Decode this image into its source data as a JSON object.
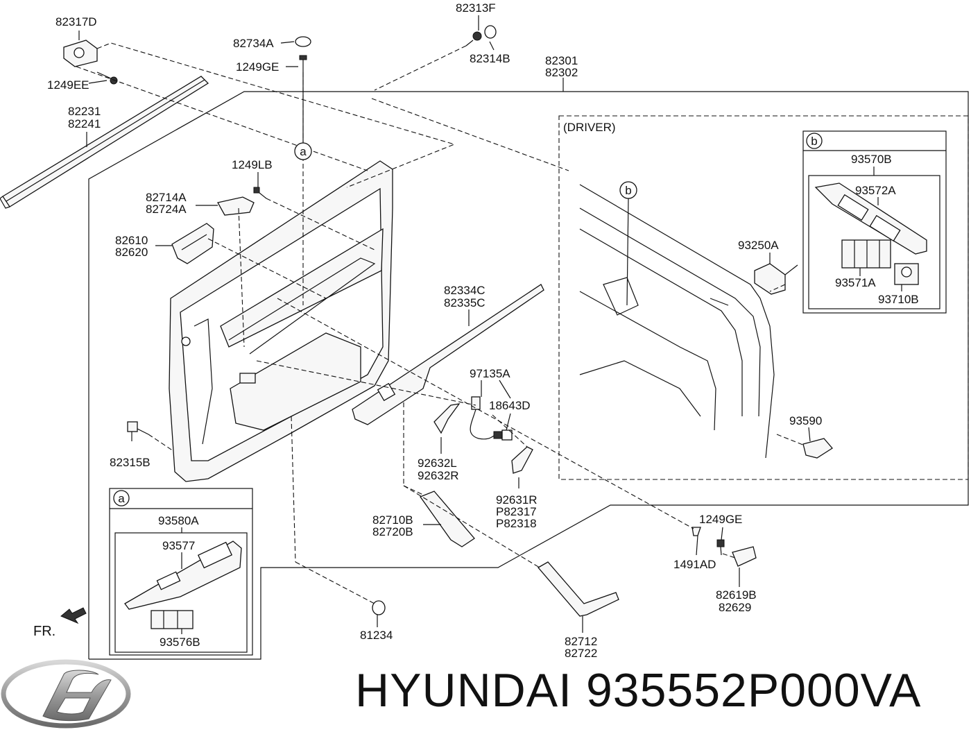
{
  "brand": {
    "name": "HYUNDAI",
    "part_number": "935552P000VA",
    "logo_icon": "hyundai-logo-icon"
  },
  "diagram": {
    "part_labels": [
      {
        "id": "82317D",
        "text": "82317D"
      },
      {
        "id": "1249EE",
        "text": "1249EE"
      },
      {
        "id": "82231",
        "text": "82231"
      },
      {
        "id": "82241",
        "text": "82241"
      },
      {
        "id": "82734A",
        "text": "82734A"
      },
      {
        "id": "1249GE_top",
        "text": "1249GE"
      },
      {
        "id": "82313F",
        "text": "82313F"
      },
      {
        "id": "82314B",
        "text": "82314B"
      },
      {
        "id": "82301",
        "text": "82301"
      },
      {
        "id": "82302",
        "text": "82302"
      },
      {
        "id": "1249LB",
        "text": "1249LB"
      },
      {
        "id": "82714A",
        "text": "82714A"
      },
      {
        "id": "82724A",
        "text": "82724A"
      },
      {
        "id": "82610",
        "text": "82610"
      },
      {
        "id": "82620",
        "text": "82620"
      },
      {
        "id": "82334C",
        "text": "82334C"
      },
      {
        "id": "82335C",
        "text": "82335C"
      },
      {
        "id": "97135A",
        "text": "97135A"
      },
      {
        "id": "18643D",
        "text": "18643D"
      },
      {
        "id": "82315B",
        "text": "82315B"
      },
      {
        "id": "92632L",
        "text": "92632L"
      },
      {
        "id": "92632R",
        "text": "92632R"
      },
      {
        "id": "92631R",
        "text": "92631R"
      },
      {
        "id": "P82317",
        "text": "P82317"
      },
      {
        "id": "P82318",
        "text": "P82318"
      },
      {
        "id": "82710B",
        "text": "82710B"
      },
      {
        "id": "82720B",
        "text": "82720B"
      },
      {
        "id": "1249GE_bottom",
        "text": "1249GE"
      },
      {
        "id": "1491AD",
        "text": "1491AD"
      },
      {
        "id": "82619B",
        "text": "82619B"
      },
      {
        "id": "82629",
        "text": "82629"
      },
      {
        "id": "81234",
        "text": "81234"
      },
      {
        "id": "82712",
        "text": "82712"
      },
      {
        "id": "82722",
        "text": "82722"
      },
      {
        "id": "93580A",
        "text": "93580A"
      },
      {
        "id": "93577",
        "text": "93577"
      },
      {
        "id": "93576B",
        "text": "93576B"
      },
      {
        "id": "93250A",
        "text": "93250A"
      },
      {
        "id": "93570B",
        "text": "93570B"
      },
      {
        "id": "93572A",
        "text": "93572A"
      },
      {
        "id": "93571A",
        "text": "93571A"
      },
      {
        "id": "93710B",
        "text": "93710B"
      },
      {
        "id": "93590",
        "text": "93590"
      }
    ],
    "driver_label": "(DRIVER)",
    "fr_label": "FR.",
    "callout_a": "a",
    "callout_b": "b"
  }
}
